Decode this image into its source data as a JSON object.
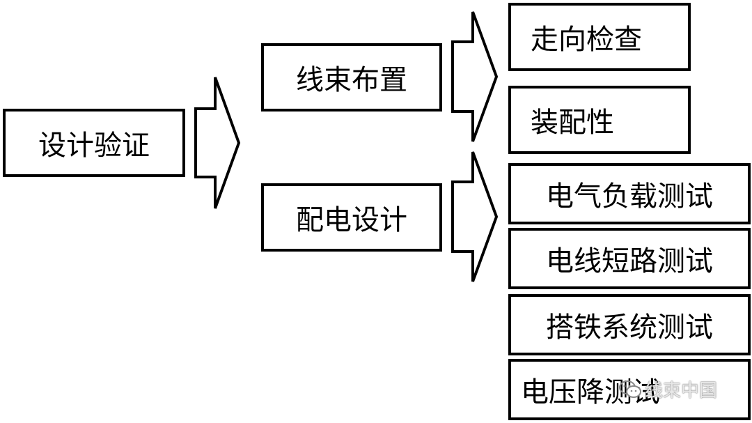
{
  "diagram": {
    "root": "设计验证",
    "level2": [
      "线束布置",
      "配电设计"
    ],
    "routing_items": [
      "走向检查",
      "装配性"
    ],
    "power_items": [
      "电气负载测试",
      "电线短路测试",
      "搭铁系统测试",
      "电压降测试"
    ]
  },
  "watermark": {
    "text": "线束中国",
    "icon": "wechat-icon"
  }
}
